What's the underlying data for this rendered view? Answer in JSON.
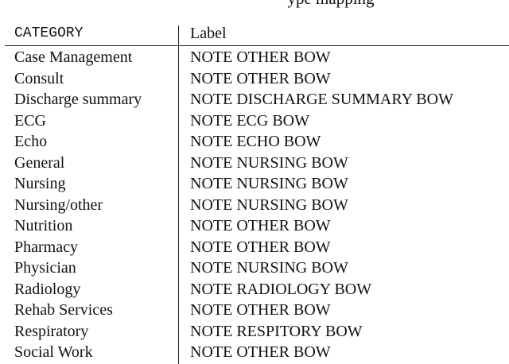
{
  "caption_fragment": "ype mapping",
  "table": {
    "headers": [
      "CATEGORY",
      "Label"
    ],
    "rows": [
      [
        "Case Management",
        "NOTE OTHER BOW"
      ],
      [
        "Consult",
        "NOTE OTHER BOW"
      ],
      [
        "Discharge summary",
        "NOTE DISCHARGE SUMMARY BOW"
      ],
      [
        "ECG",
        "NOTE ECG BOW"
      ],
      [
        "Echo",
        "NOTE ECHO BOW"
      ],
      [
        "General",
        "NOTE NURSING BOW"
      ],
      [
        "Nursing",
        "NOTE NURSING BOW"
      ],
      [
        "Nursing/other",
        "NOTE NURSING BOW"
      ],
      [
        "Nutrition",
        "NOTE OTHER BOW"
      ],
      [
        "Pharmacy",
        "NOTE OTHER BOW"
      ],
      [
        "Physician",
        "NOTE NURSING BOW"
      ],
      [
        "Radiology",
        "NOTE RADIOLOGY BOW"
      ],
      [
        "Rehab Services",
        "NOTE OTHER BOW"
      ],
      [
        "Respiratory",
        "NOTE RESPITORY BOW"
      ],
      [
        "Social Work",
        "NOTE OTHER BOW"
      ]
    ]
  }
}
